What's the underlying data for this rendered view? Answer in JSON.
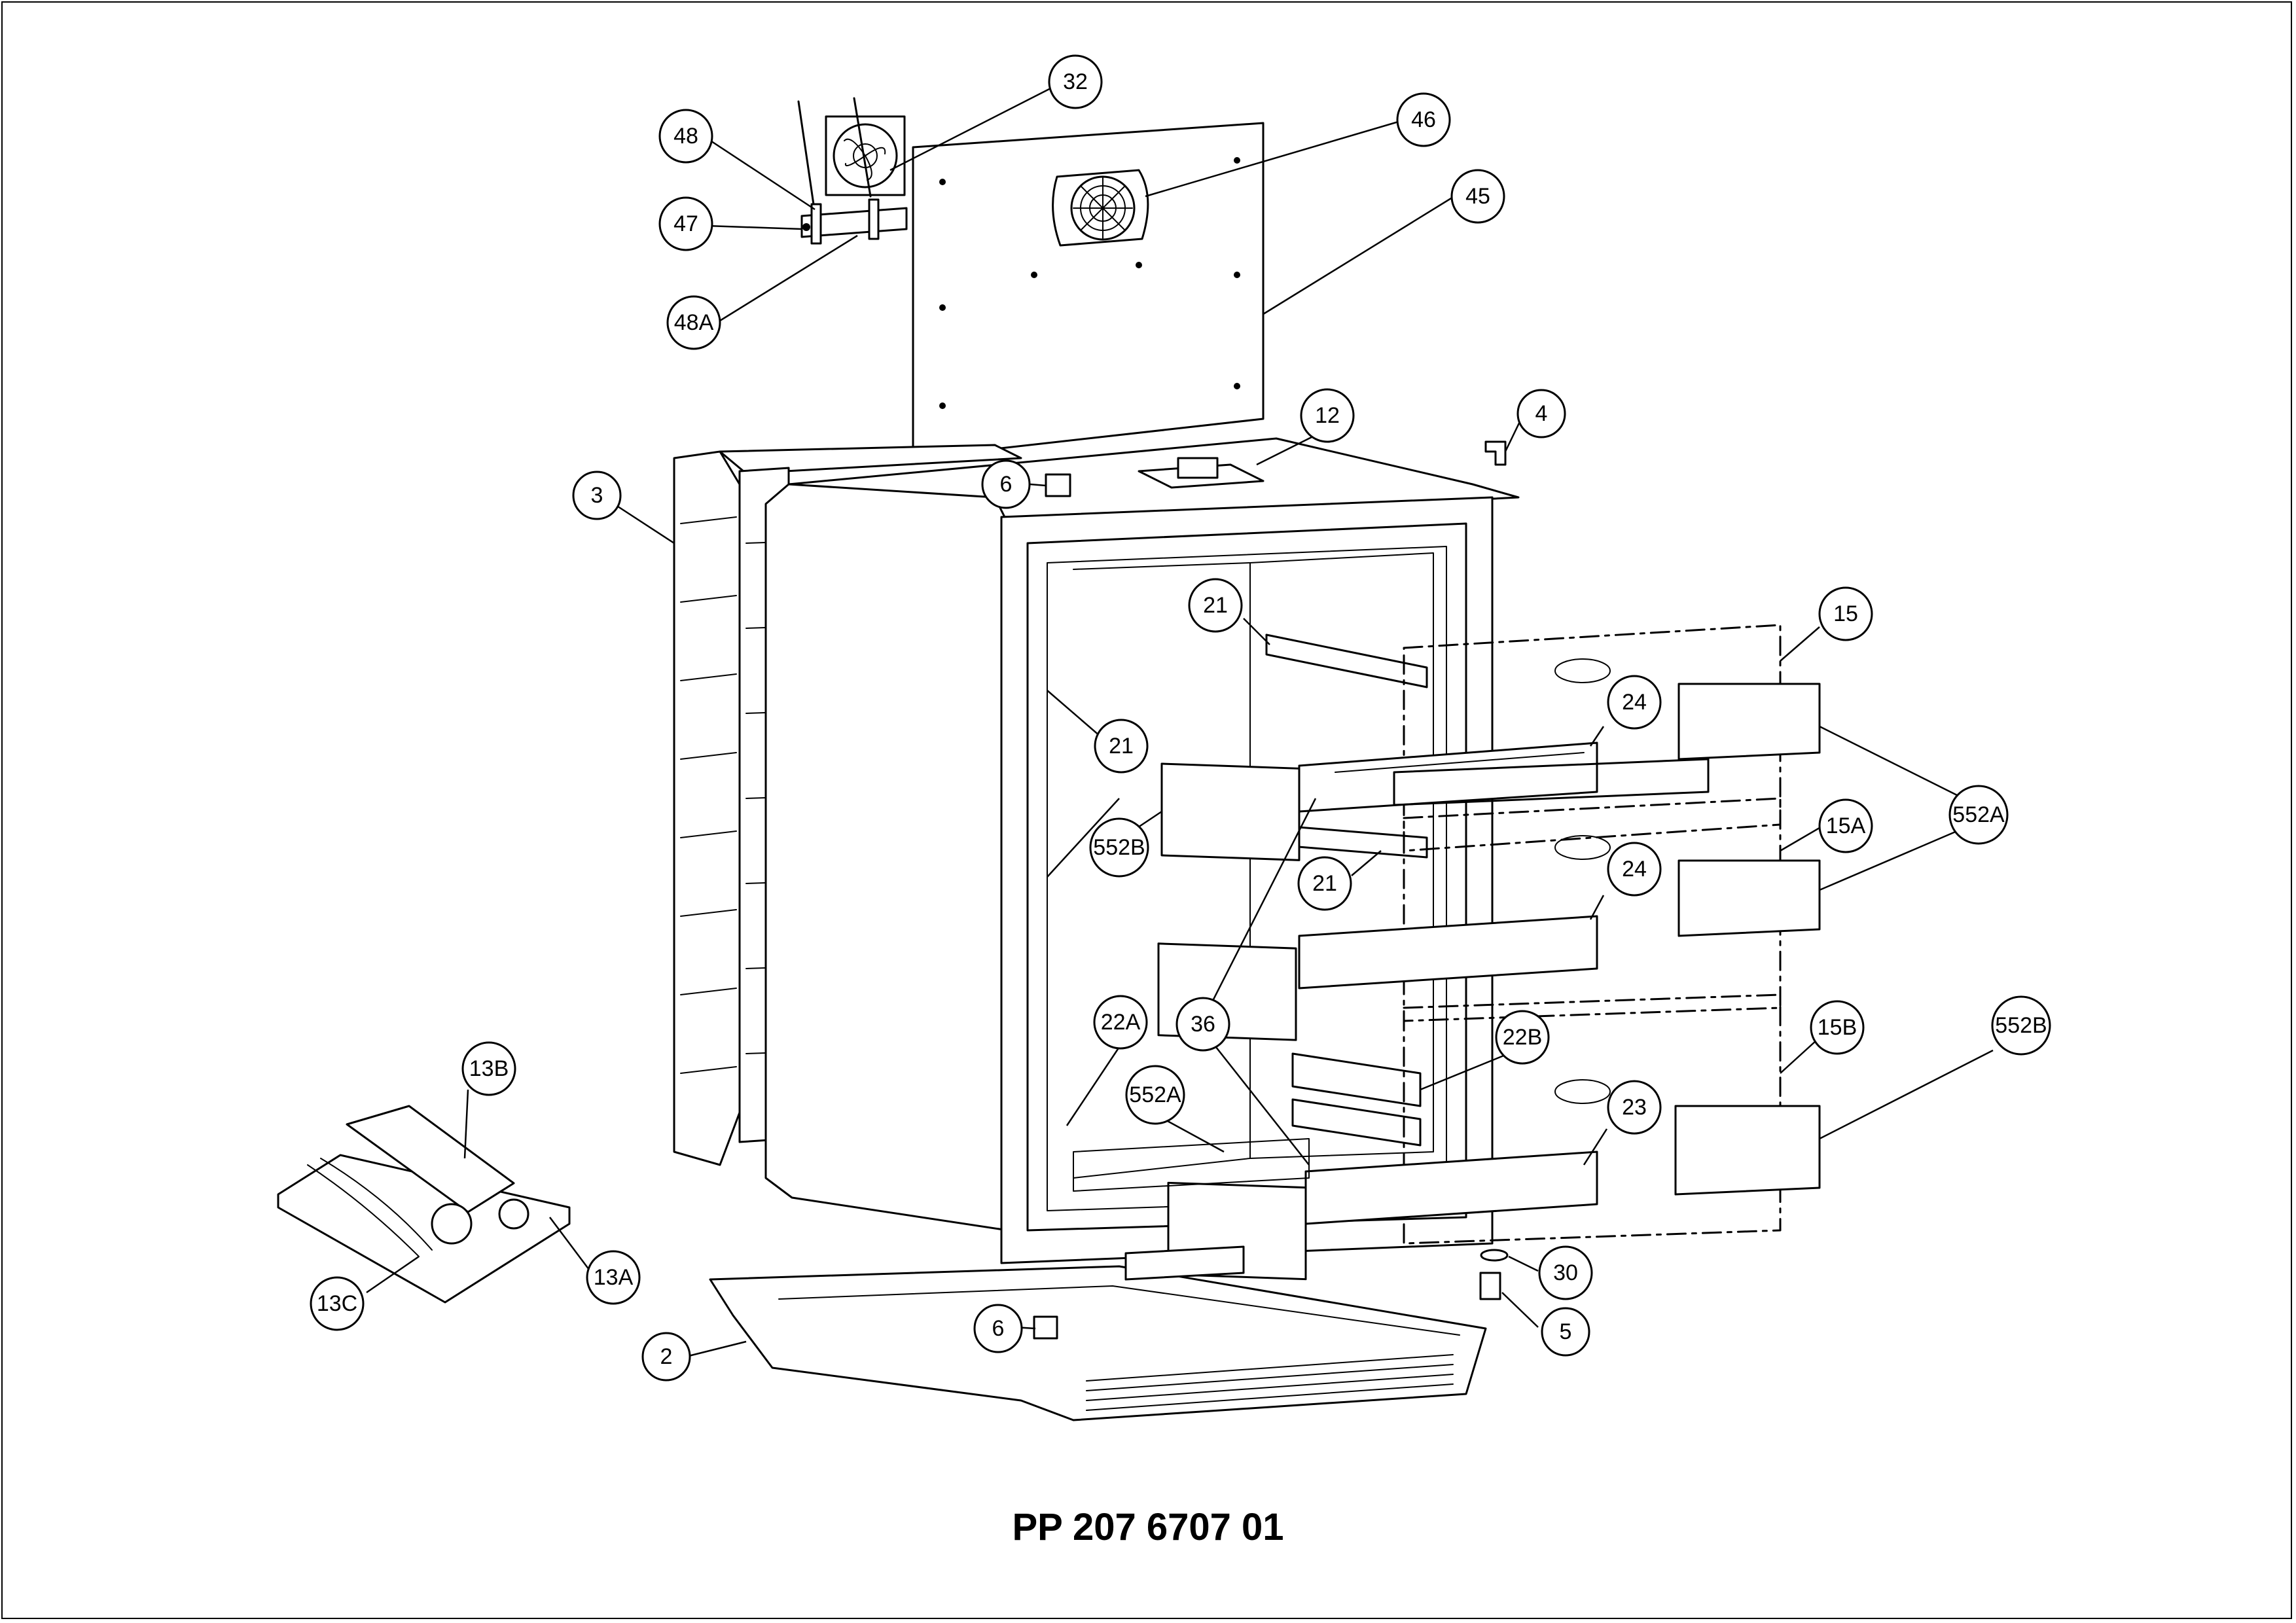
{
  "document": {
    "number": "PP 207 6707 01"
  },
  "callouts": [
    {
      "id": "32",
      "label": "32"
    },
    {
      "id": "46",
      "label": "46"
    },
    {
      "id": "48",
      "label": "48"
    },
    {
      "id": "47",
      "label": "47"
    },
    {
      "id": "45",
      "label": "45"
    },
    {
      "id": "48A",
      "label": "48A"
    },
    {
      "id": "12",
      "label": "12"
    },
    {
      "id": "4",
      "label": "4"
    },
    {
      "id": "3",
      "label": "3"
    },
    {
      "id": "6a",
      "label": "6"
    },
    {
      "id": "21a",
      "label": "21"
    },
    {
      "id": "15",
      "label": "15"
    },
    {
      "id": "24a",
      "label": "24"
    },
    {
      "id": "21b",
      "label": "21"
    },
    {
      "id": "552Aa",
      "label": "552A"
    },
    {
      "id": "552Ba",
      "label": "552B"
    },
    {
      "id": "15A",
      "label": "15A"
    },
    {
      "id": "21c",
      "label": "21"
    },
    {
      "id": "24b",
      "label": "24"
    },
    {
      "id": "22A",
      "label": "22A"
    },
    {
      "id": "36",
      "label": "36"
    },
    {
      "id": "22B",
      "label": "22B"
    },
    {
      "id": "15B",
      "label": "15B"
    },
    {
      "id": "552Bb",
      "label": "552B"
    },
    {
      "id": "552Ab",
      "label": "552A"
    },
    {
      "id": "23",
      "label": "23"
    },
    {
      "id": "13B",
      "label": "13B"
    },
    {
      "id": "30",
      "label": "30"
    },
    {
      "id": "13A",
      "label": "13A"
    },
    {
      "id": "13C",
      "label": "13C"
    },
    {
      "id": "5",
      "label": "5"
    },
    {
      "id": "6b",
      "label": "6"
    },
    {
      "id": "2",
      "label": "2"
    }
  ]
}
